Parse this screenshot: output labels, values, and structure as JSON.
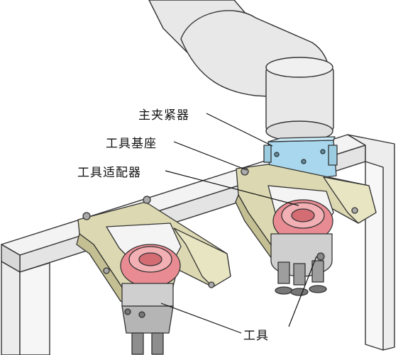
{
  "labels": {
    "main_clamp": "主夹紧器",
    "tool_base": "工具基座",
    "tool_adapter": "工具适配器",
    "tool": "工具"
  },
  "colors": {
    "robot_arm": "#e6e6e6",
    "main_clamp": "#a9d8ee",
    "tool_base": "#dcd9b2",
    "tool_adapter": "#e98b92",
    "frame": "#ececec",
    "tool_body": "#c9c9c9"
  }
}
